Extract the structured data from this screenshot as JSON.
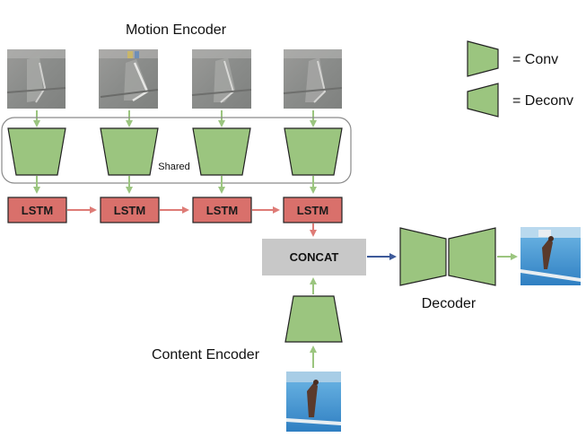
{
  "title_motion_encoder": "Motion Encoder",
  "shared_label": "Shared",
  "lstm_label": "LSTM",
  "concat_label": "CONCAT",
  "decoder_label": "Decoder",
  "content_encoder_label": "Content Encoder",
  "legend": {
    "conv_label": "= Conv",
    "deconv_label": "= Deconv"
  },
  "colors": {
    "block_green": "#9bc57f",
    "block_green_stroke": "#222222",
    "lstm_red": "#d9706b",
    "concat_gray": "#c8c8c8",
    "arrow_green": "#9bc57f",
    "arrow_red": "#de7b76",
    "arrow_blue": "#3e5a9a"
  }
}
